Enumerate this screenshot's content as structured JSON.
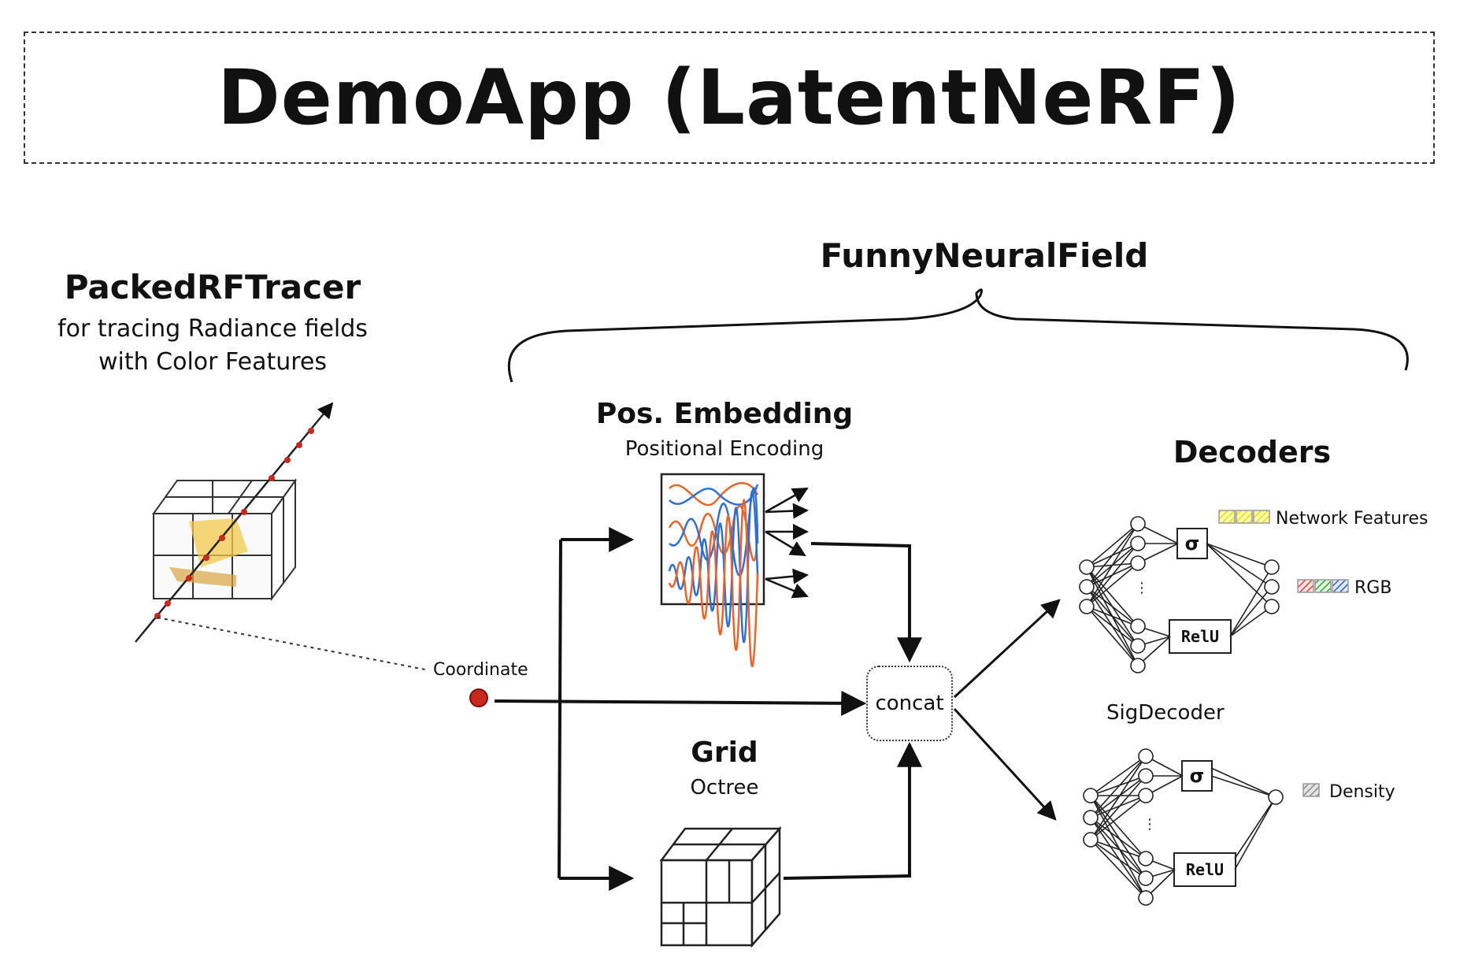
{
  "title": "DemoApp (LatentNeRF)",
  "tracer": {
    "name": "PackedRFTracer",
    "desc_line1": "for tracing Radiance fields",
    "desc_line2": "with Color Features"
  },
  "field_name": "FunnyNeuralField",
  "pos_embedding": {
    "title": "Pos. Embedding",
    "subtitle": "Positional Encoding"
  },
  "grid": {
    "title": "Grid",
    "subtitle": "Octree"
  },
  "coordinate_label": "Coordinate",
  "concat_label": "concat",
  "decoders": {
    "title": "Decoders",
    "rgb_decoder": {
      "sigma": "σ",
      "activation": "RelU"
    },
    "sig_decoder": {
      "name": "SigDecoder",
      "sigma": "σ",
      "activation": "RelU"
    }
  },
  "legend": {
    "network_features": "Network Features",
    "rgb": "RGB",
    "density": "Density"
  },
  "colors": {
    "accent_red": "#c8281e",
    "network_yellow": "#e8e000",
    "rgb_red": "#e04040",
    "rgb_green": "#40a040",
    "rgb_blue": "#3060d0",
    "density_gray": "#9a9a9a",
    "wave_blue": "#2e6fd0",
    "wave_orange": "#e8642a"
  }
}
